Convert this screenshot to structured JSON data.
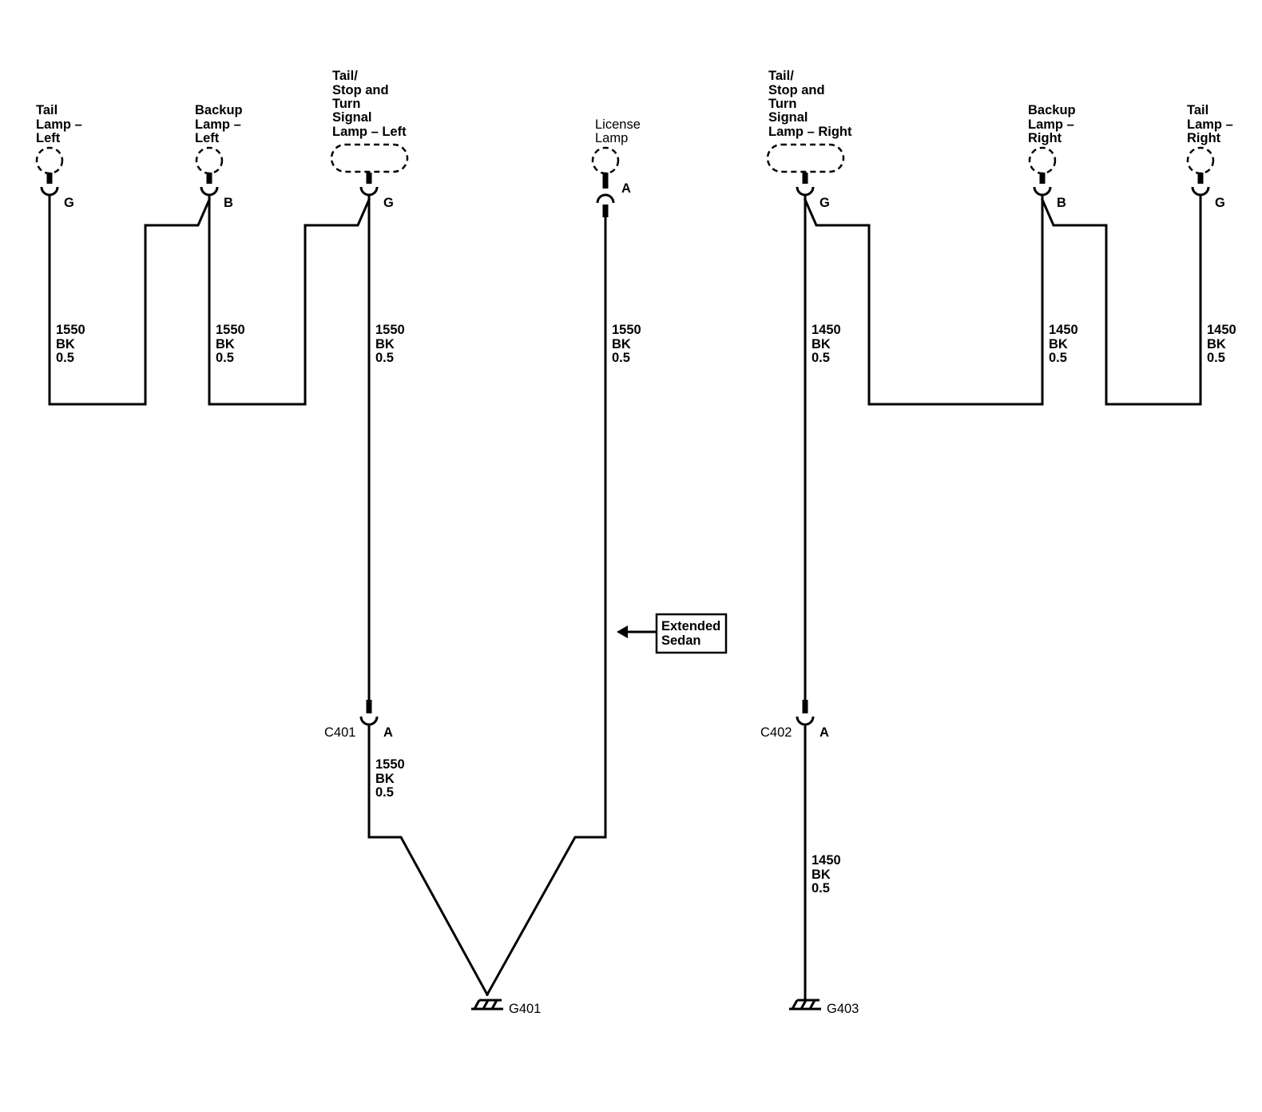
{
  "components": {
    "tail_lamp_left": [
      "Tail",
      "Lamp –",
      "Left"
    ],
    "backup_lamp_left": [
      "Backup",
      "Lamp –",
      "Left"
    ],
    "tail_stop_turn_left": [
      "Tail/",
      "Stop and",
      "Turn",
      "Signal",
      "Lamp – Left"
    ],
    "license_lamp": [
      "License",
      "Lamp"
    ],
    "tail_stop_turn_right": [
      "Tail/",
      "Stop and",
      "Turn",
      "Signal",
      "Lamp – Right"
    ],
    "backup_lamp_right": [
      "Backup",
      "Lamp –",
      "Right"
    ],
    "tail_lamp_right": [
      "Tail",
      "Lamp –",
      "Right"
    ]
  },
  "pins": {
    "tail_lamp_left": "G",
    "backup_lamp_left": "B",
    "tail_stop_turn_left": "G",
    "license_lamp": "A",
    "tail_stop_turn_right": "G",
    "backup_lamp_right": "B",
    "tail_lamp_right": "G",
    "c401": "A",
    "c402": "A"
  },
  "wires": {
    "w1": [
      "1550",
      "BK",
      "0.5"
    ],
    "w2": [
      "1550",
      "BK",
      "0.5"
    ],
    "w3": [
      "1550",
      "BK",
      "0.5"
    ],
    "w4": [
      "1550",
      "BK",
      "0.5"
    ],
    "w5": [
      "1450",
      "BK",
      "0.5"
    ],
    "w6": [
      "1450",
      "BK",
      "0.5"
    ],
    "w7": [
      "1450",
      "BK",
      "0.5"
    ],
    "w8": [
      "1550",
      "BK",
      "0.5"
    ],
    "w9": [
      "1450",
      "BK",
      "0.5"
    ]
  },
  "connectors": {
    "c401": "C401",
    "c402": "C402"
  },
  "grounds": {
    "g401": "G401",
    "g403": "G403"
  },
  "note": [
    "Extended",
    "Sedan"
  ]
}
